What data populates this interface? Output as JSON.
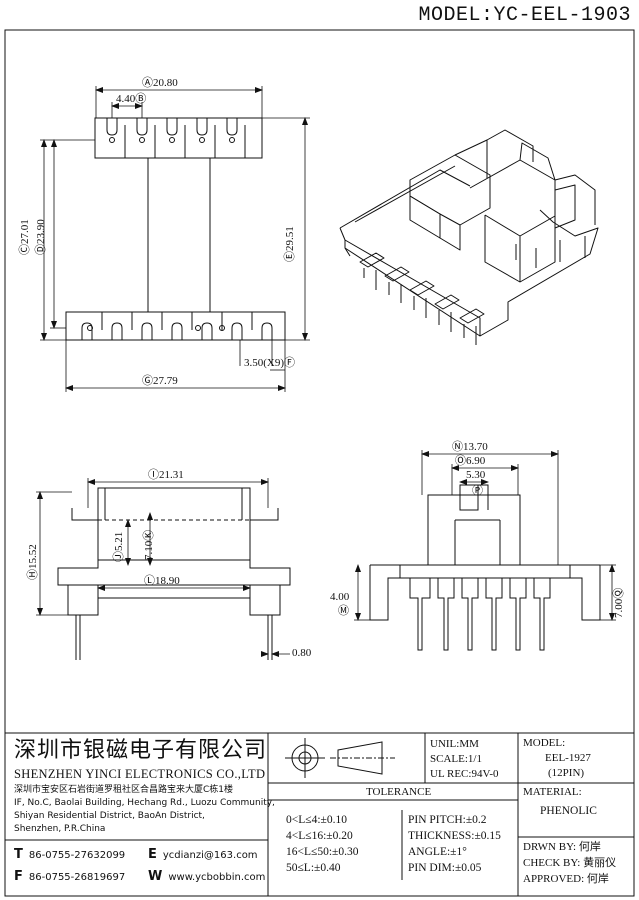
{
  "model_title": "MODEL:YC-EEL-1903",
  "dimensions": {
    "A": "20.80",
    "B": "4.40",
    "C": "27.01",
    "D": "23.90",
    "E": "29.51",
    "F": "3.50(X9)",
    "G": "27.79",
    "H": "15.52",
    "I": "21.31",
    "J": "5.21",
    "K": "7.10",
    "L": "18.90",
    "M": "4.00",
    "N": "13.70",
    "O": "6.90",
    "P": "5.30",
    "Q": "7.00",
    "pin": "0.80"
  },
  "title_block": {
    "company_cn": "深圳市银磁电子有限公司",
    "company_en": "SHENZHEN YINCI ELECTRONICS CO.,LTD",
    "address": [
      "深圳市宝安区石岩街道罗租社区合昌路宝来大厦C栋1楼",
      "IF, No.C, Baolai Building, Hechang Rd., Luozu Community,",
      "Shiyan Residential District, BaoAn District,",
      "Shenzhen, P.R.China"
    ],
    "contacts": {
      "tel_label": "T",
      "tel": "86-0755-27632099",
      "fax_label": "F",
      "fax": "86-0755-26819697",
      "email_label": "E",
      "email": "ycdianzi@163.com",
      "web_label": "W",
      "web": "www.ycbobbin.com"
    },
    "unit": "UNIL:MM",
    "scale": "SCALE:1/1",
    "ul_rec": "UL REC:94V-0",
    "model_label": "MODEL:",
    "model_value": "EEL-1927",
    "model_pins": "(12PIN)",
    "material_label": "MATERIAL:",
    "material_value": "PHENOLIC",
    "tolerance_title": "TOLERANCE",
    "tolerance_left": [
      "0<L≤4:±0.10",
      "4<L≤16:±0.20",
      "16<L≤50:±0.30",
      "50≤L:±0.40"
    ],
    "tolerance_right": [
      "PIN PITCH:±0.2",
      "THICKNESS:±0.15",
      "ANGLE:±1°",
      "PIN DIM:±0.05"
    ],
    "drawn_by": "DRWN BY: 何岸",
    "check_by": "CHECK BY: 黄丽仪",
    "approved": "APPROVED: 何岸"
  }
}
